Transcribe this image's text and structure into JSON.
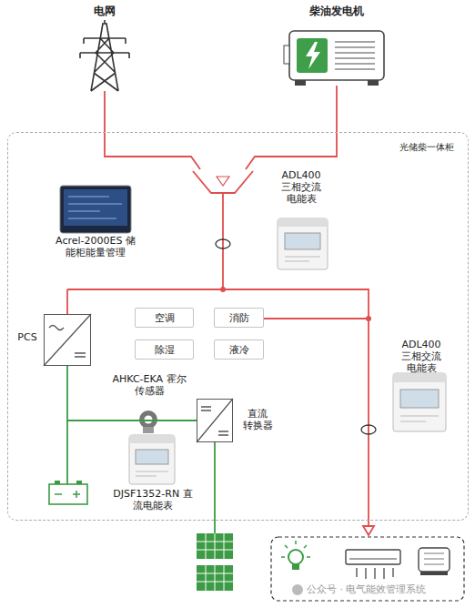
{
  "diagram": {
    "nodes": [
      {
        "text": [
          "电网"
        ]
      },
      {
        "text": [
          "柴油发电机"
        ]
      },
      {
        "text": [
          "光储柴一体柜"
        ]
      },
      {
        "text": [
          "Acrel-2000ES 储能柜能量管理"
        ],
        "in": 2
      },
      {
        "text": [
          "ADL400 三相交流 电能表"
        ],
        "in": 2
      },
      {
        "text": [
          "PCS"
        ],
        "in": 2
      },
      {
        "text": [
          "空调"
        ],
        "in": 2
      },
      {
        "text": [
          "消防"
        ],
        "in": 2
      },
      {
        "text": [
          "除湿"
        ],
        "in": 2
      },
      {
        "text": [
          "液冷"
        ],
        "in": 2
      },
      {
        "text": [
          "AHKC-EKA 霍尔传感器"
        ],
        "in": 2
      },
      {
        "text": [
          "直流 转换器"
        ],
        "in": 2
      },
      {
        "text": [
          "DJSF1352-RN 直流电能表"
        ],
        "in": 2
      },
      {
        "text": [
          "ADL400 三相交流 电能表"
        ],
        "in": 2
      }
    ],
    "edges": [
      {
        "from": 5,
        "to": 11,
        "arrow": "none"
      }
    ],
    "labels": [
      "公众号 · 电气能效管理系统"
    ]
  }
}
